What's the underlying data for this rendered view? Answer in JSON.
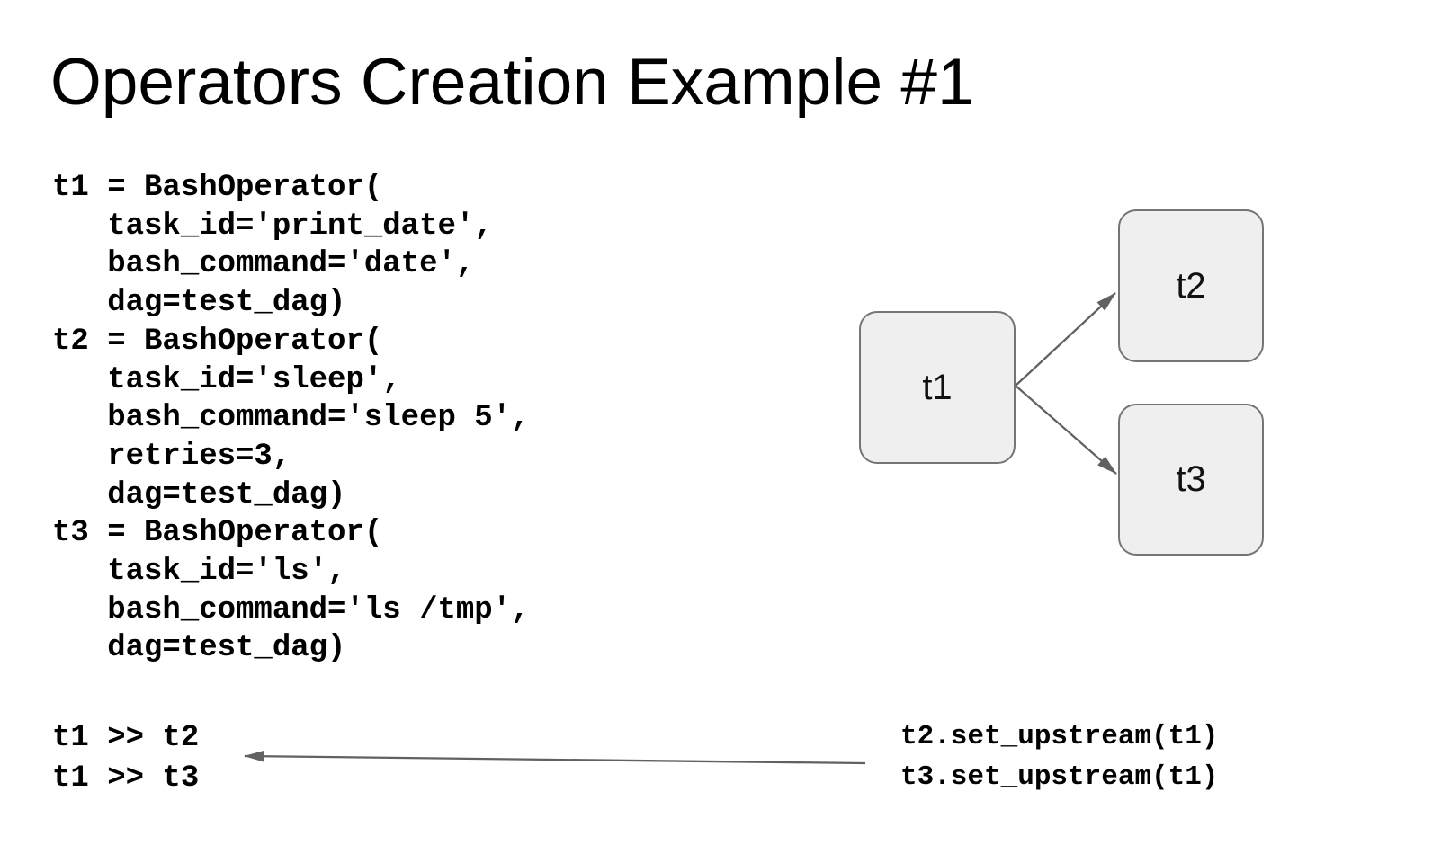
{
  "title": "Operators Creation Example #1",
  "code_main": {
    "lines": [
      "t1 = BashOperator(",
      "   task_id='print_date',",
      "   bash_command='date',",
      "   dag=test_dag)",
      "t2 = BashOperator(",
      "   task_id='sleep',",
      "   bash_command='sleep 5',",
      "   retries=3,",
      "   dag=test_dag)",
      "t3 = BashOperator(",
      "   task_id='ls',",
      "   bash_command='ls /tmp',",
      "   dag=test_dag)"
    ]
  },
  "code_chain": {
    "lines": [
      "t1 >> t2",
      "t1 >> t3"
    ]
  },
  "code_upstream": {
    "lines": [
      "t2.set_upstream(t1)",
      "t3.set_upstream(t1)"
    ]
  },
  "diagram": {
    "nodes": [
      {
        "id": "t1",
        "label": "t1"
      },
      {
        "id": "t2",
        "label": "t2"
      },
      {
        "id": "t3",
        "label": "t3"
      }
    ],
    "edges": [
      {
        "from": "t1",
        "to": "t2"
      },
      {
        "from": "t1",
        "to": "t3"
      }
    ]
  },
  "colors": {
    "background": "#ffffff",
    "text": "#000000",
    "node_fill": "#efefef",
    "node_border": "#757575",
    "arrow": "#616161"
  }
}
